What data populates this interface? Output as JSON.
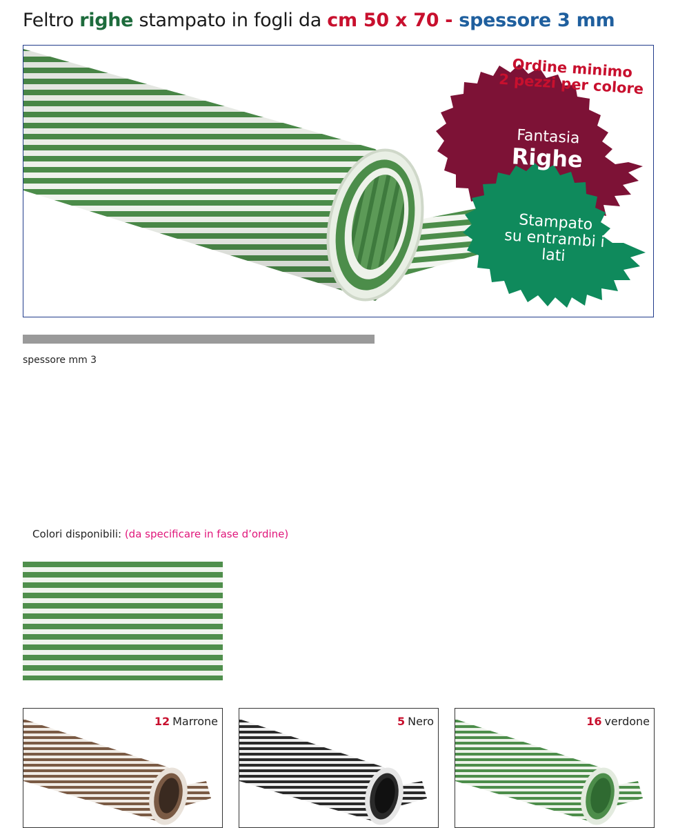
{
  "title": {
    "part1": "Feltro ",
    "part2": "righe",
    "part3": " stampato in fogli da ",
    "part4": "cm 50 x 70",
    "part5": " - ",
    "part6": "spessore 3 mm"
  },
  "hero": {
    "min_order_line1": "Ordine minimo",
    "min_order_line2": "2 pezzi per colore",
    "badge1_line1": "Fantasia",
    "badge1_line2": "Righe",
    "badge2_line1": "Stampato",
    "badge2_line2": "su entrambi i",
    "badge2_line3": "lati"
  },
  "thickness_label": "spessore mm 3",
  "colors": {
    "label": "Colori disponibili: ",
    "note": "(da specificare in fase d’ordine)"
  },
  "thumbs": [
    {
      "code": "12",
      "name": "Marrone",
      "stripe_color": "#7a5a44"
    },
    {
      "code": "5",
      "name": "Nero",
      "stripe_color": "#2a2a2a"
    },
    {
      "code": "16",
      "name": "verdone",
      "stripe_color": "#4c8d4a"
    }
  ],
  "colors_palette": {
    "green_stripe": "#4c8d4a",
    "badge_burgundy": "#7d1236",
    "badge_green": "#0f8a5c",
    "accent_red": "#c8102e",
    "accent_blue": "#1f5f9e"
  }
}
